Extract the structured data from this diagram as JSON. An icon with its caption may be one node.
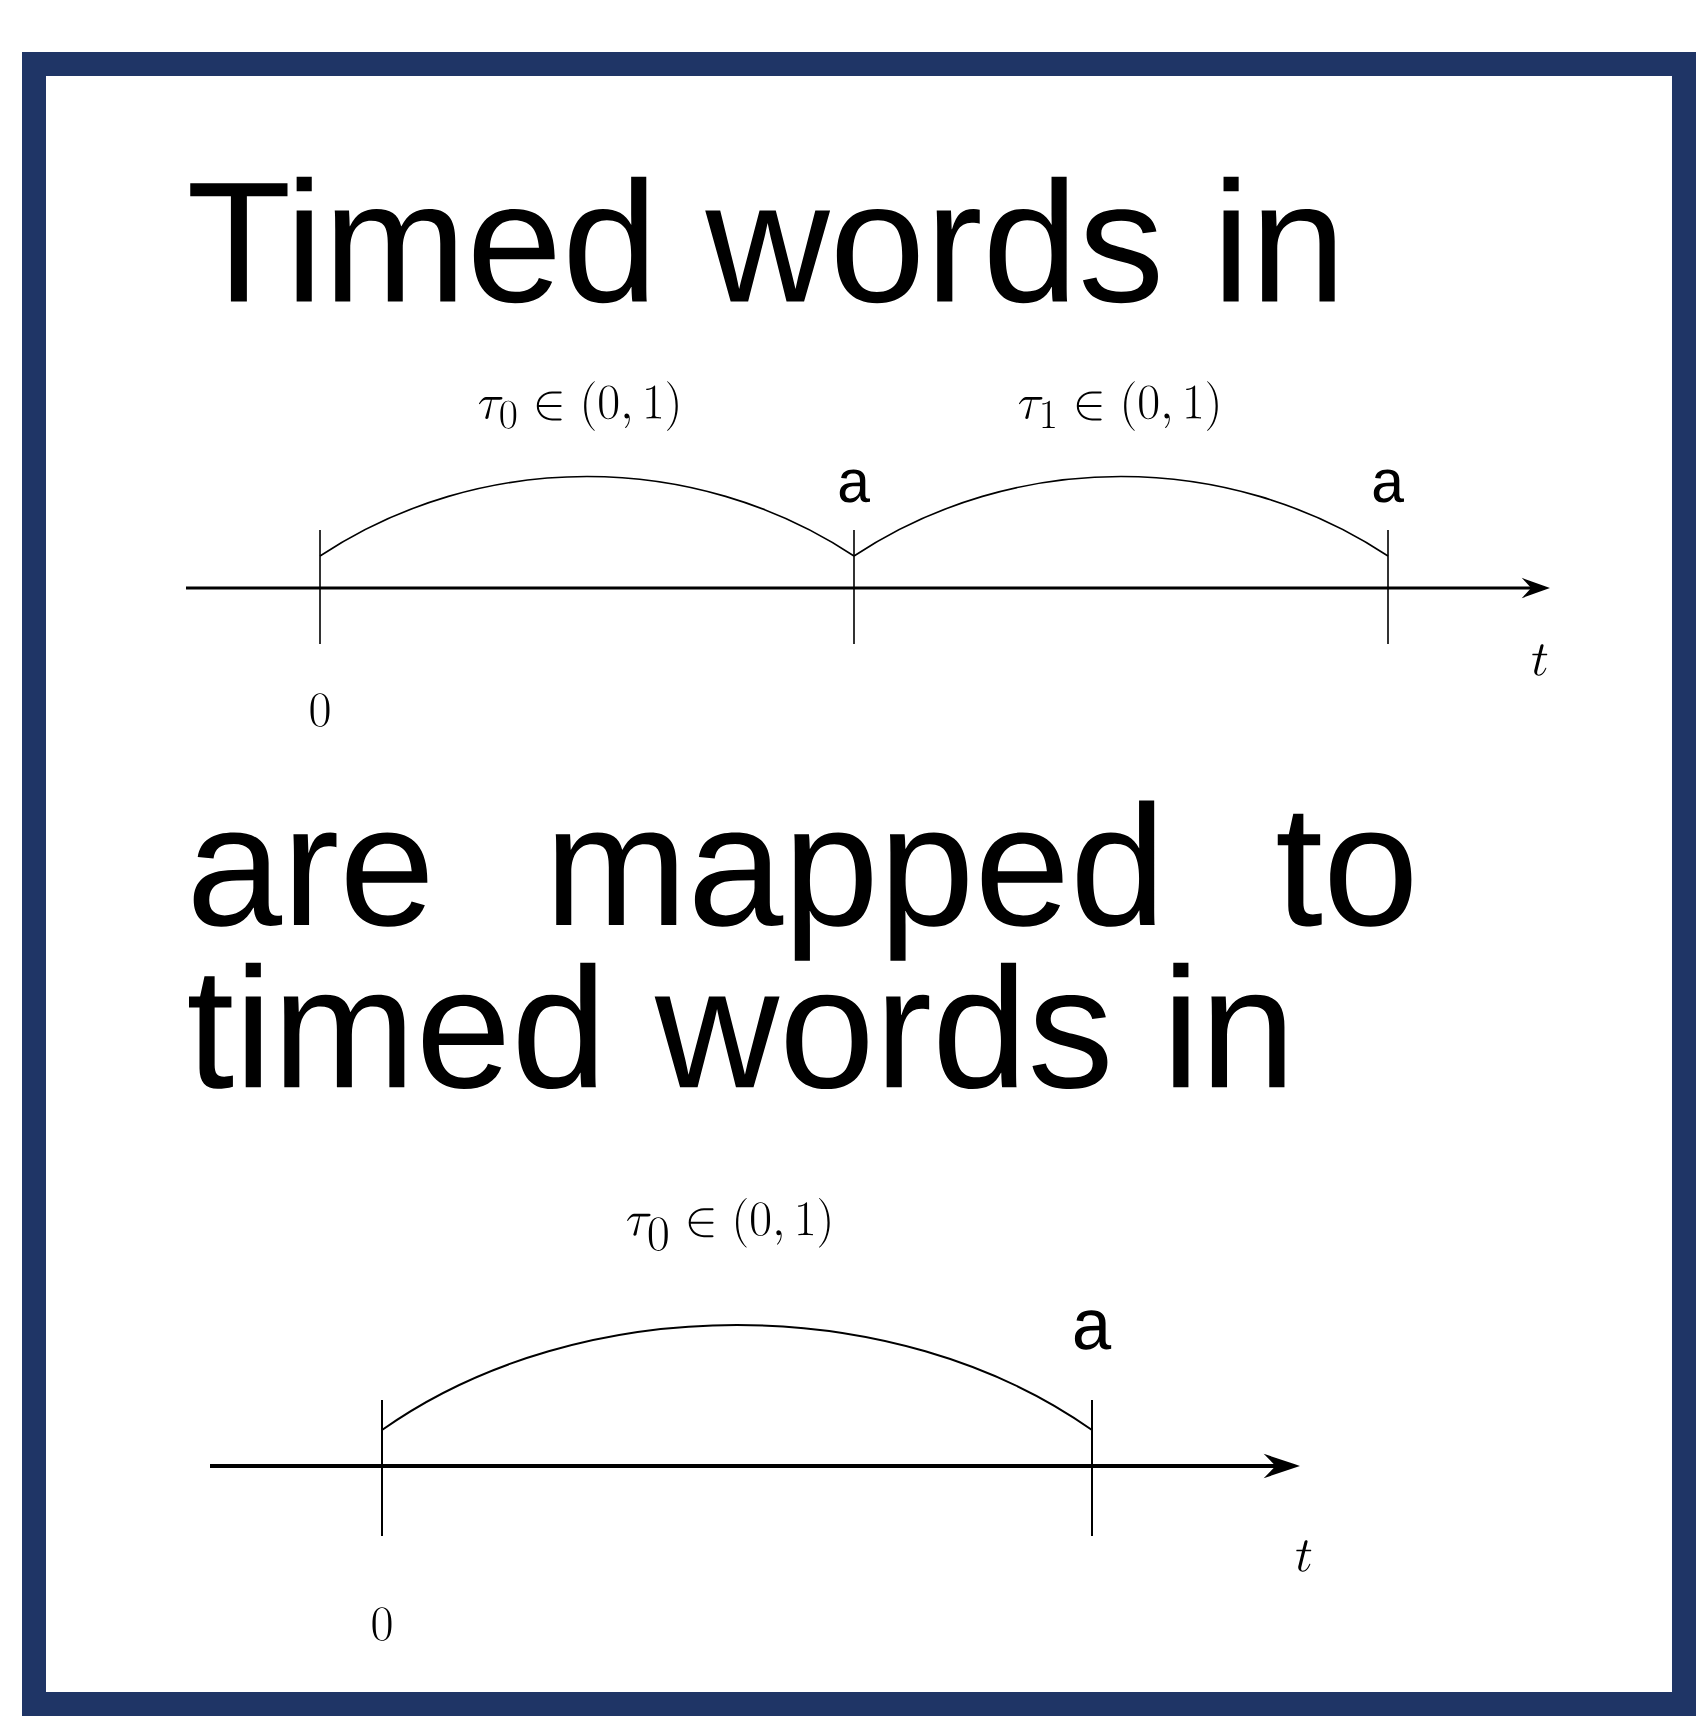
{
  "diagram": {
    "labels": [
      "Timed words in",
      "\\tau_0 \\in (0,1)",
      "\\tau_1 \\in (0,1)",
      "a",
      "a",
      "t",
      "0",
      "are mapped to timed words in",
      "\\tau_0 \\in (0,1)",
      "a",
      "t",
      "0"
    ]
  }
}
